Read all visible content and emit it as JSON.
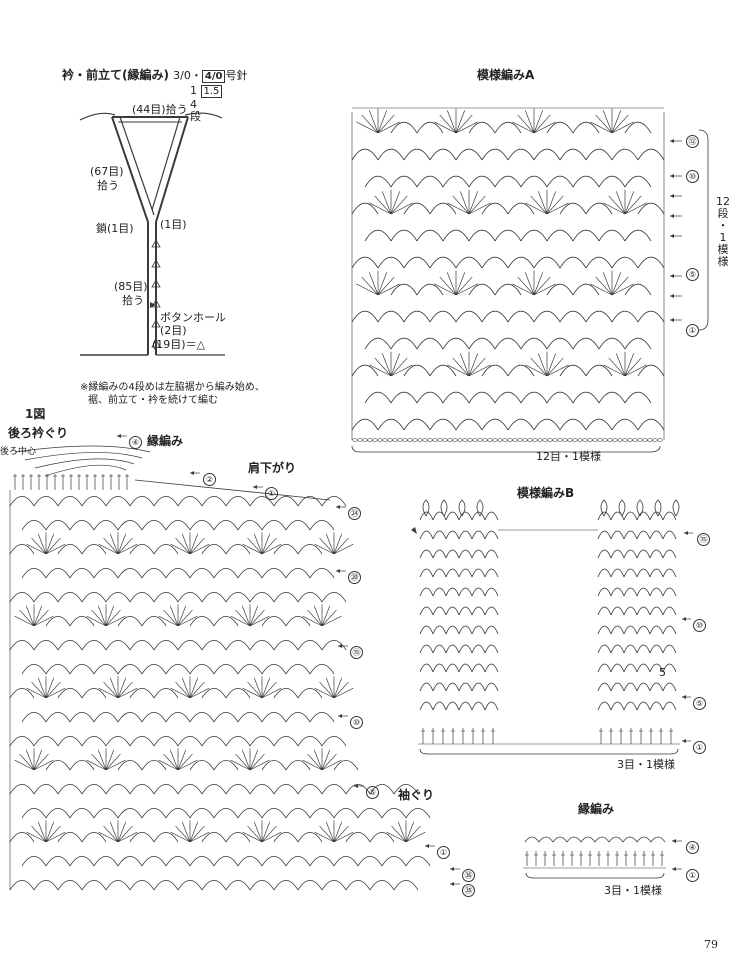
{
  "collar": {
    "title": "衿・前立て(縁編み)",
    "needle_a": "3/0・",
    "needle_b": "4/0",
    "needle_suffix": "号針",
    "frac_top": "1",
    "frac_box": "1.5",
    "frac_bottom": "4",
    "frac_unit": "段",
    "back_pick": "(44目)拾う",
    "side_pick_count": "(67目)",
    "side_pick_verb": "拾う",
    "chain_left": "鎖(1目)",
    "chain_right": "(1目)",
    "front_pick_count": "(85目)",
    "front_pick_verb": "拾う",
    "buttonhole": "ボタンホール",
    "buttonhole_count": "(2目)",
    "marker_note": "(19目)＝△",
    "note_line1": "※縁編みの4段めは左脇裾から編み始め、",
    "note_line2": "裾、前立て・衿を続けて編む"
  },
  "fig1": {
    "title": "1図",
    "back_neck": "後ろ衿ぐり",
    "back_center": "後ろ中心",
    "edging_label": "縁編み",
    "edging_row": "④",
    "shoulder_label": "肩下がり",
    "shoulder_row2": "②",
    "shoulder_row1": "①",
    "armhole": "袖ぐり",
    "rows": [
      "㉔",
      "⑳",
      "⑮",
      "⑩",
      "⑤",
      "①",
      "㊱",
      "㉟"
    ]
  },
  "pattern_a": {
    "title": "模様編みA",
    "rows": [
      "⑫",
      "⑩",
      "⑤",
      "①"
    ],
    "repeat_v": [
      "12",
      "段",
      "・",
      "1",
      "模",
      "様"
    ],
    "repeat_h": "12目・1模様"
  },
  "pattern_b": {
    "title": "模様編みB",
    "rows": [
      "⑮",
      "⑩",
      "⑤",
      "①"
    ],
    "inner_five": "5",
    "repeat_h": "3目・1模様"
  },
  "edging": {
    "title": "縁編み",
    "rows": [
      "④",
      "①"
    ],
    "repeat_h": "3目・1模様"
  },
  "page_number": "79"
}
